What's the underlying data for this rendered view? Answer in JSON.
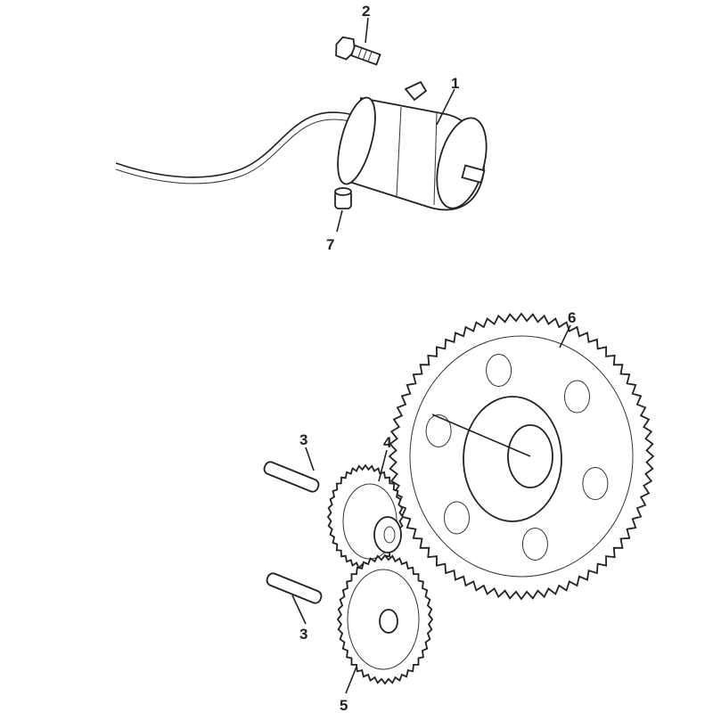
{
  "diagram": {
    "type": "exploded parts diagram",
    "callouts": [
      {
        "id": "1",
        "part": "starter-motor"
      },
      {
        "id": "2",
        "part": "bolt"
      },
      {
        "id": "3",
        "part": "pin-upper"
      },
      {
        "id": "4",
        "part": "idler-gear"
      },
      {
        "id": "3",
        "part": "pin-lower"
      },
      {
        "id": "5",
        "part": "reduction-gear"
      },
      {
        "id": "6",
        "part": "starter-ring-gear"
      },
      {
        "id": "7",
        "part": "sleeve"
      }
    ]
  }
}
